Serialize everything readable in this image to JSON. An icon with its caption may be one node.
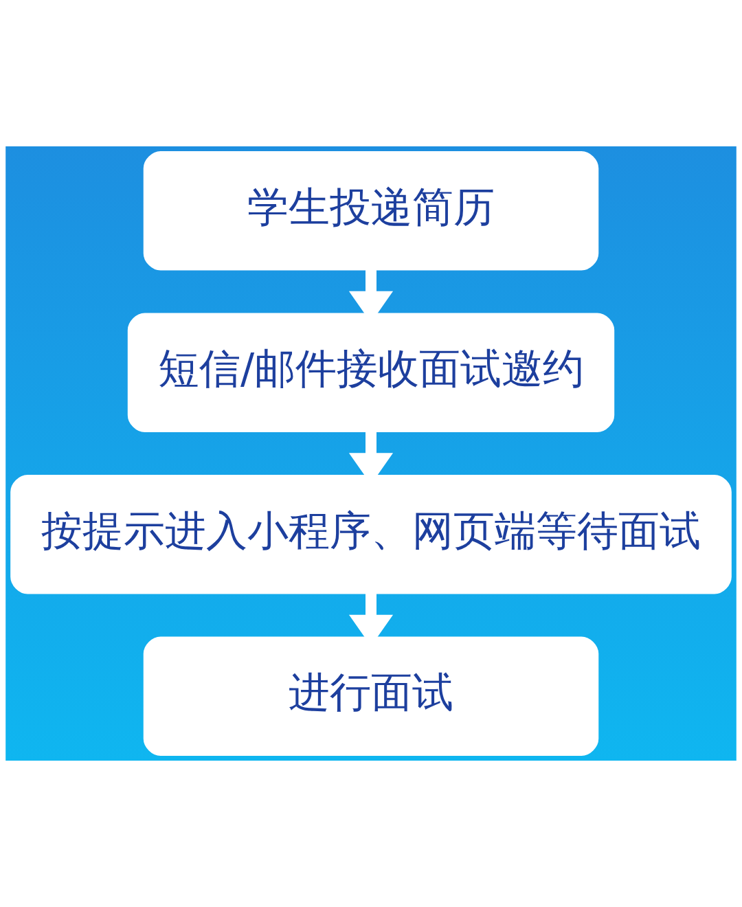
{
  "diagram": {
    "nodes": [
      {
        "text": [
          "学生投递简历"
        ]
      },
      {
        "text": [
          "短信/邮件接收面试邀约"
        ]
      },
      {
        "text": [
          "按提示进入小程序、网页端等待面试"
        ]
      },
      {
        "text": [
          "进行面试"
        ]
      }
    ],
    "edges": [
      {
        "from": 0,
        "to": 1,
        "arrow": "to"
      },
      {
        "from": 1,
        "to": 2,
        "arrow": "to"
      },
      {
        "from": 2,
        "to": 3,
        "arrow": "to"
      }
    ]
  }
}
